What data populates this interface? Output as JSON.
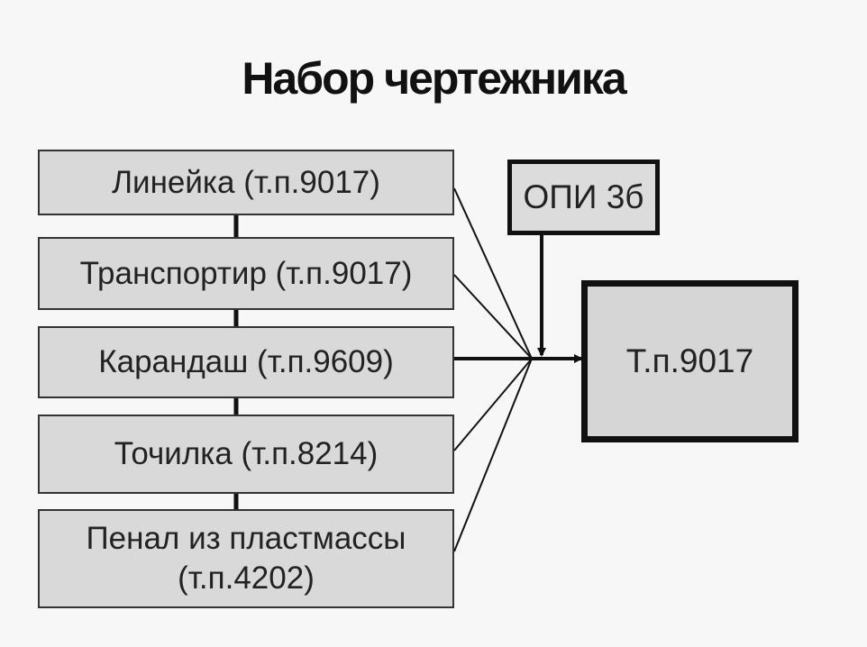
{
  "title": "Набор чертежника",
  "components": [
    {
      "label": "Линейка (т.п.9017)"
    },
    {
      "label": "Транспортир (т.п.9017)"
    },
    {
      "label": "Карандаш (т.п.9609)"
    },
    {
      "label": "Точилка (т.п.8214)"
    },
    {
      "label_line1": "Пенал из пластмассы",
      "label_line2": "(т.п.4202)"
    }
  ],
  "opi": {
    "label": "ОПИ 3б"
  },
  "target": {
    "label": "Т.п.9017"
  }
}
